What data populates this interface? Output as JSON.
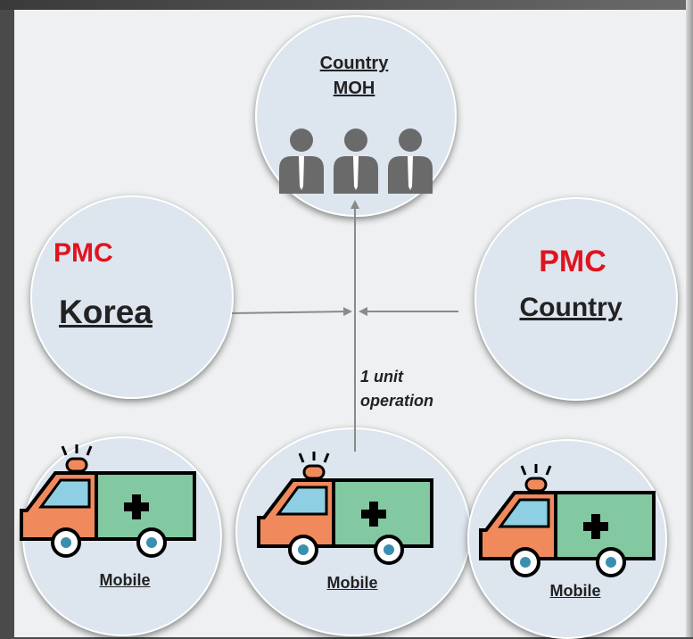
{
  "top_node": {
    "line1": "Country",
    "line2": "MOH"
  },
  "left_node": {
    "org": "PMC",
    "name": "Korea"
  },
  "right_node": {
    "org": "PMC",
    "name": "Country"
  },
  "edge_label": {
    "line1": "1 unit",
    "line2": "operation"
  },
  "mobile_units": [
    {
      "label": "Mobile"
    },
    {
      "label": "Mobile"
    },
    {
      "label": "Mobile"
    }
  ],
  "colors": {
    "pmc_red": "#e0141e",
    "circle_fill": "#dde5ef",
    "arrow": "#8a8a8a",
    "person": "#6a6a6a",
    "ambulance_cab": "#f08a5d",
    "ambulance_box": "#82c8a0"
  }
}
